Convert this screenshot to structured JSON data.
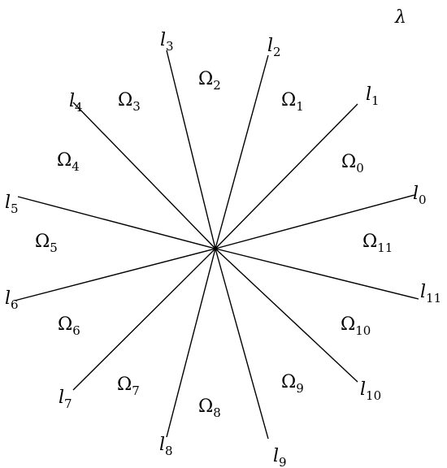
{
  "diagram": {
    "corner_label": "λ",
    "rays": [
      {
        "letter": "l",
        "index": "0"
      },
      {
        "letter": "l",
        "index": "1"
      },
      {
        "letter": "l",
        "index": "2"
      },
      {
        "letter": "l",
        "index": "3"
      },
      {
        "letter": "l",
        "index": "4"
      },
      {
        "letter": "l",
        "index": "5"
      },
      {
        "letter": "l",
        "index": "6"
      },
      {
        "letter": "l",
        "index": "7"
      },
      {
        "letter": "l",
        "index": "8"
      },
      {
        "letter": "l",
        "index": "9"
      },
      {
        "letter": "l",
        "index": "10"
      },
      {
        "letter": "l",
        "index": "11"
      }
    ],
    "regions": [
      {
        "letter": "Ω",
        "index": "0"
      },
      {
        "letter": "Ω",
        "index": "1"
      },
      {
        "letter": "Ω",
        "index": "2"
      },
      {
        "letter": "Ω",
        "index": "3"
      },
      {
        "letter": "Ω",
        "index": "4"
      },
      {
        "letter": "Ω",
        "index": "5"
      },
      {
        "letter": "Ω",
        "index": "6"
      },
      {
        "letter": "Ω",
        "index": "7"
      },
      {
        "letter": "Ω",
        "index": "8"
      },
      {
        "letter": "Ω",
        "index": "9"
      },
      {
        "letter": "Ω",
        "index": "10"
      },
      {
        "letter": "Ω",
        "index": "11"
      }
    ]
  }
}
